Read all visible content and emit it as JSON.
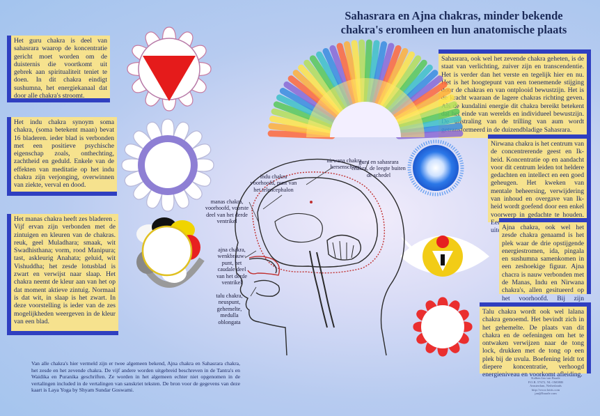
{
  "title": {
    "line1": "Sahasrara en Ajna chakras, minder bekende",
    "line2": "chakra's eromheen en hun anatomische plaats"
  },
  "left_boxes": [
    "Het guru chakra is deel van sahasrara waarop de koncentratie gericht moet worden om de duisternis die voortkomt uit gebrek aan spiritualiteit teniet te doen. In dit chakra eindigt sushumna, het energiekanaal dat door alle chakra's stroomt.",
    "Het indu chakra synoym soma chakra, (soma betekent maan) bevat 16 bladeren. ieder blad is verbonden met een positieve psychische eigenschap zoals, onthechting, zachtheid en geduld. Enkele van de effekten van meditatie op het indu chakra zijn verjonging, overwinnen van ziekte, verval en dood.",
    "Het manas chakra heeft zes bladeren . Vijf ervan zijn verbonden met de zintuigen en kleuren van de chakras. reuk, geel Muladhara; smaak, wit Swadhisthana; vorm, rood Manipura; tast, askleurig Anahata; geluid, wit Vishuddha; het zesde lotusblad is zwart en verwijst naar slaap. Het chakra neemt de kleur aan van het op dat moment aktieve zintuig. Normaal is dat wit, in slaap is het zwart. In deze voorstelling is ieder van de zes mogelijkheden weergeven in de kleur van een blad."
  ],
  "right_boxes": [
    "Sahasrara, ook wel het zevende chakra geheten, is de staat van verlichting, zuiver zijn en transcendentie. Het is verder dan het verste en tegelijk hier en nu. Het is het hoogtepunt van een toenemende stijging door de chakras en van ontplooid bewustzijn. Het is de kracht waaraan de lagere chakras richting geven. Als de kundalini energie dit chakra bereikt betekent dat het einde van werelds en individueel bewustzijn. De uitstraling van de trilling van aum wordt getransformeerd in de duizendbladige Sahasrara.",
    "Nirwana chakra is het centrum van de concentrerende geest en Ik-heid. Koncentratie op en aandacht voor dit centrum leiden tot heldere gedachten en intellect en een goed geheugen. Het kweken van mentale beheersing, verwijdering van inhoud en overgave van Ik-heid wordt goefend door een enkel voorwerp in gedachte te houden. Een samadhi kan hiervan het uiteindelijk resultaat zijn",
    "Ajna chakra, ook wel het zesde chakra genaamd is het plek waar de drie opstijgende energiestromen, ida, pingala en sushumna samenkomen in een zeshoekige figuur. Ajna chacra is nauw verbonden met de Manas, Indu en Nirwana chakra's, allen gesitueerd op het voorhoofd. Bij zijn ontluiking ontstaat nektar.",
    "Talu chakra wordt ook wel lalana chakra genoemd. Het bevindt zich in het gehemelte. De plaats van dit chakra en de oefeningen om het te ontwaken verwijzen naar de tong lock, drukken met de tong op een plek bij de uvula. Boefening leidt tot diepere koncentratie, verhoogd energieniveau en voorkomt afleiding."
  ],
  "labels": {
    "nirwana": "nirwana chakra, hersenschors",
    "guru": "guru en sahasrara chakra, de leegte buiten de schedel",
    "indu": "indu chakra voorhoofd, punt van het telencephalon",
    "manas": "manas chakra, voorhoofd, voorste deel van het derde ventrikel",
    "ajna": "ajna chakra, wenkbrauw-punt, het caudale deel van het derde ventrikel",
    "talu": "talu chakra, neuspunt, gehemelte, medulla oblongata"
  },
  "bottom_text": "Van alle chakra's hier vermeld zijn er twee algemeen bekend, Ajna chakra en Sahasrara chakra, het zesde en het zevende chakra. De vijf andere worden uitgebreid beschreven in de Tantra's en Waidika en Puranika geschriften. Ze worden in het algemeen echter niet opgenomen in de vertalingen included in de vertalingen van sanskriet teksten. De bron voor de gegevens van deze kaart is Laya Yoga by Shyam Sundar Goswami.",
  "publisher": [
    "Kalben Jan van Baarle",
    "P.O.B. 57672, NL-1MOBB",
    "Amsterdam, Netherlands",
    "http://www.lotris.com",
    "jan@lbaarle.com"
  ],
  "colors": {
    "box_fill": "#f6e28e",
    "box_border": "#2f3fc0",
    "text": "#1c2a66",
    "title": "#1b2a58"
  },
  "icons": [
    "guru-lotus-icon",
    "indu-lotus-icon",
    "manas-lotus-icon",
    "sahasrara-rainbow-icon",
    "nirwana-sphere-icon",
    "ajna-chakra-icon",
    "talu-lotus-icon",
    "head-anatomy-illustration"
  ]
}
